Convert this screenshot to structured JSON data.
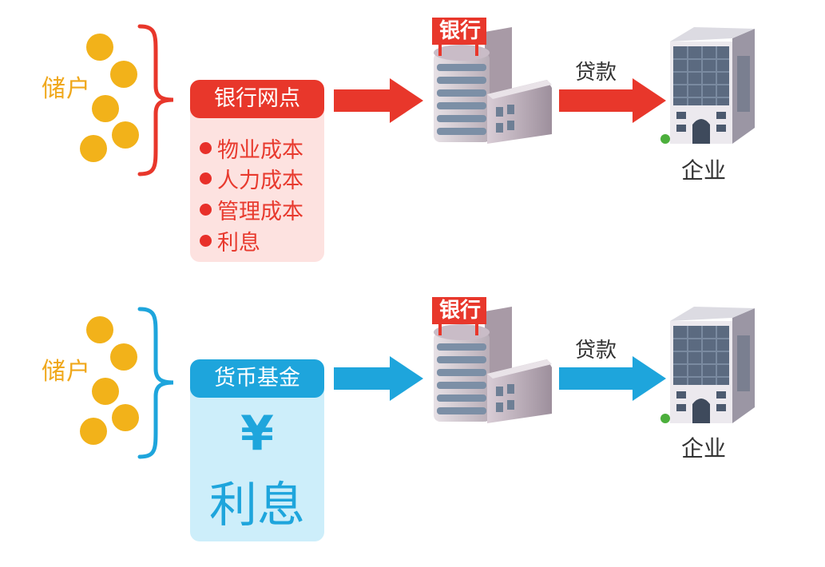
{
  "colors": {
    "coin": "#f2b21a",
    "red": "#e8372b",
    "red_light": "#fde2e0",
    "blue": "#1ea5dc",
    "blue_light": "#cdeefa"
  },
  "top": {
    "depositor_label": "储户",
    "channel_title": "银行网点",
    "cost_items": [
      "物业成本",
      "人力成本",
      "管理成本",
      "利息"
    ],
    "bank_sign": "银行",
    "loan_label": "贷款",
    "enterprise_label": "企业"
  },
  "bottom": {
    "depositor_label": "储户",
    "channel_title": "货币基金",
    "yen_symbol": "¥",
    "interest_label": "利息",
    "bank_sign": "银行",
    "loan_label": "贷款",
    "enterprise_label": "企业"
  }
}
